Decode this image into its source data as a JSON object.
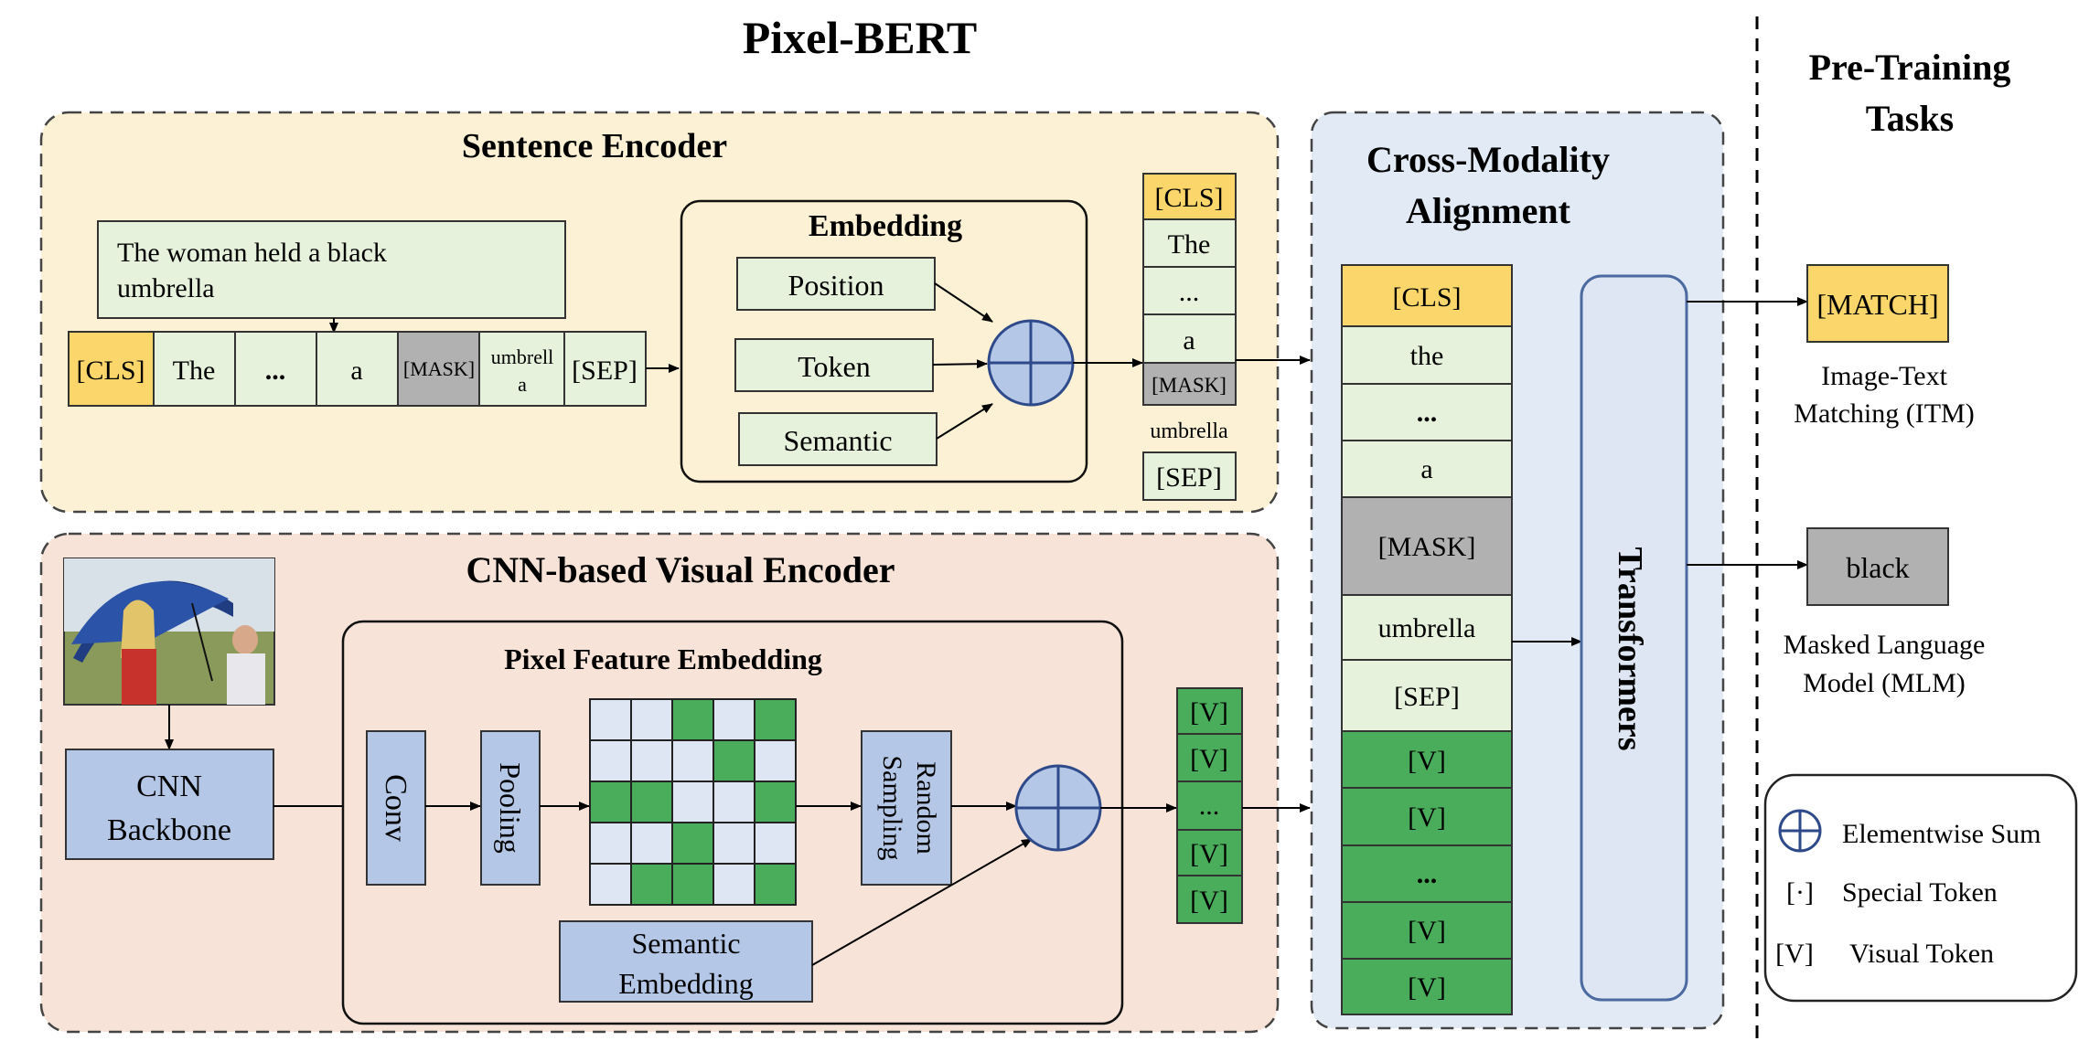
{
  "title": "Pixel-BERT",
  "pretraining": {
    "heading_line1": "Pre-Training",
    "heading_line2": "Tasks",
    "itm_output": "[MATCH]",
    "itm_label_line1": "Image-Text",
    "itm_label_line2": "Matching (ITM)",
    "mlm_output": "black",
    "mlm_label_line1": "Masked Language",
    "mlm_label_line2": "Model (MLM)"
  },
  "legend": {
    "items": [
      {
        "symbol": "⊕",
        "label": "Elementwise Sum"
      },
      {
        "symbol": "[·]",
        "label": "Special Token"
      },
      {
        "symbol": "[V]",
        "label": "Visual Token"
      }
    ]
  },
  "sentence_encoder": {
    "title": "Sentence Encoder",
    "sentence_line1": "The woman held a black",
    "sentence_line2": "umbrella",
    "tokens": [
      "[CLS]",
      "The",
      "...",
      "a",
      "[MASK]",
      "umbrell",
      "[SEP]"
    ],
    "token_umbrella_line2": "a",
    "embedding": {
      "title": "Embedding",
      "inputs": [
        "Position",
        "Token",
        "Semantic"
      ]
    },
    "output_tokens": [
      "[CLS]",
      "The",
      "...",
      "a",
      "[MASK]",
      "umbrella",
      "[SEP]"
    ]
  },
  "visual_encoder": {
    "title": "CNN-based Visual Encoder",
    "backbone_line1": "CNN",
    "backbone_line2": "Backbone",
    "pixel_feature": {
      "title": "Pixel Feature Embedding",
      "conv": "Conv",
      "pooling": "Pooling",
      "sampling_line1": "Random",
      "sampling_line2": "Sampling",
      "semantic_line1": "Semantic",
      "semantic_line2": "Embedding",
      "grid_pattern": [
        [
          0,
          0,
          1,
          0,
          1
        ],
        [
          0,
          0,
          0,
          1,
          0
        ],
        [
          1,
          1,
          0,
          0,
          1
        ],
        [
          0,
          0,
          1,
          0,
          0
        ],
        [
          0,
          1,
          1,
          0,
          1
        ]
      ]
    },
    "output_tokens": [
      "[V]",
      "[V]",
      "...",
      "[V]",
      "[V]"
    ]
  },
  "cross_modality": {
    "title_line1": "Cross-Modality",
    "title_line2": "Alignment",
    "tokens": [
      "[CLS]",
      "the",
      "...",
      "a",
      "[MASK]",
      "umbrella",
      "[SEP]",
      "[V]",
      "[V]",
      "...",
      "[V]",
      "[V]"
    ],
    "transformer_label": "Transformers"
  },
  "colors": {
    "sentence_bg": "#fcf1d4",
    "visual_bg": "#f7e3d7",
    "cross_bg": "#e1eaf5",
    "token_green": "#e6f2dc",
    "cls_yellow": "#fbd66a",
    "mask_gray": "#b1b1b1",
    "visual_green": "#4aad5b",
    "blue_box": "#b4c7e7",
    "grid_light": "#dfe6f3"
  }
}
